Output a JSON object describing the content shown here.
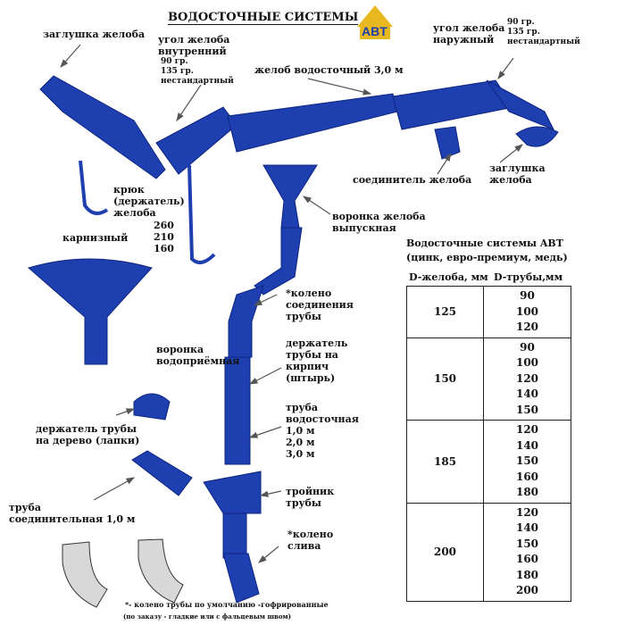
{
  "title": "ВОДОСТОЧНЫЕ СИСТЕМЫ",
  "logo_text": "ABT",
  "colors": {
    "part_blue": "#1e3fb0",
    "part_dark": "#0f2580",
    "arrow": "#6a6a8a"
  },
  "labels": {
    "gutter_cap_left": "заглушка желоба",
    "inner_corner": "угол желоба\nвнутренний",
    "inner_corner_angles": "90 гр.\n135 гр.\nнестандартный",
    "gutter": "желоб водосточный 3,0 м",
    "outer_corner": "угол желоба\nнаружный",
    "outer_corner_angles": "90 гр.\n135 гр.\nнестандартный",
    "gutter_connector": "соединитель желоба",
    "gutter_cap_right": "заглушка\nжелоба",
    "hook": "крюк\n(держатель)\nжелоба",
    "hook_sizes": "260\n210\n160",
    "cornice": "карнизный",
    "outlet": "воронка желоба\nвыпускная",
    "funnel": "воронка\nводоприёмная",
    "elbow": "*колено\nсоединения\nтрубы",
    "brick_holder": "держатель\nтрубы на\nкирпич\n(штырь)",
    "pipe": "труба\nводосточная\n1,0 м\n2,0 м\n3,0 м",
    "wood_holder": "держатель трубы\nна дерево (лапки)",
    "tee": "тройник\nтрубы",
    "connector_pipe": "труба\nсоединительная 1,0 м",
    "drain_elbow": "*колено\nслива",
    "footnote1": "*- колено трубы по умолчанию -гофрированные",
    "footnote2": "(по заказу - гладкие или с фальцевым швом)"
  },
  "table": {
    "title": "Водосточные системы ABT",
    "subtitle": "(цинк, евро-премиум, медь)",
    "col1": "D-желоба, мм",
    "col2": "D-трубы,мм",
    "rows": [
      {
        "gutter": "125",
        "pipes": [
          "90",
          "100",
          "120"
        ]
      },
      {
        "gutter": "150",
        "pipes": [
          "90",
          "100",
          "120",
          "140",
          "150"
        ]
      },
      {
        "gutter": "185",
        "pipes": [
          "120",
          "140",
          "150",
          "160",
          "180"
        ]
      },
      {
        "gutter": "200",
        "pipes": [
          "120",
          "140",
          "150",
          "160",
          "180",
          "200"
        ]
      }
    ]
  }
}
